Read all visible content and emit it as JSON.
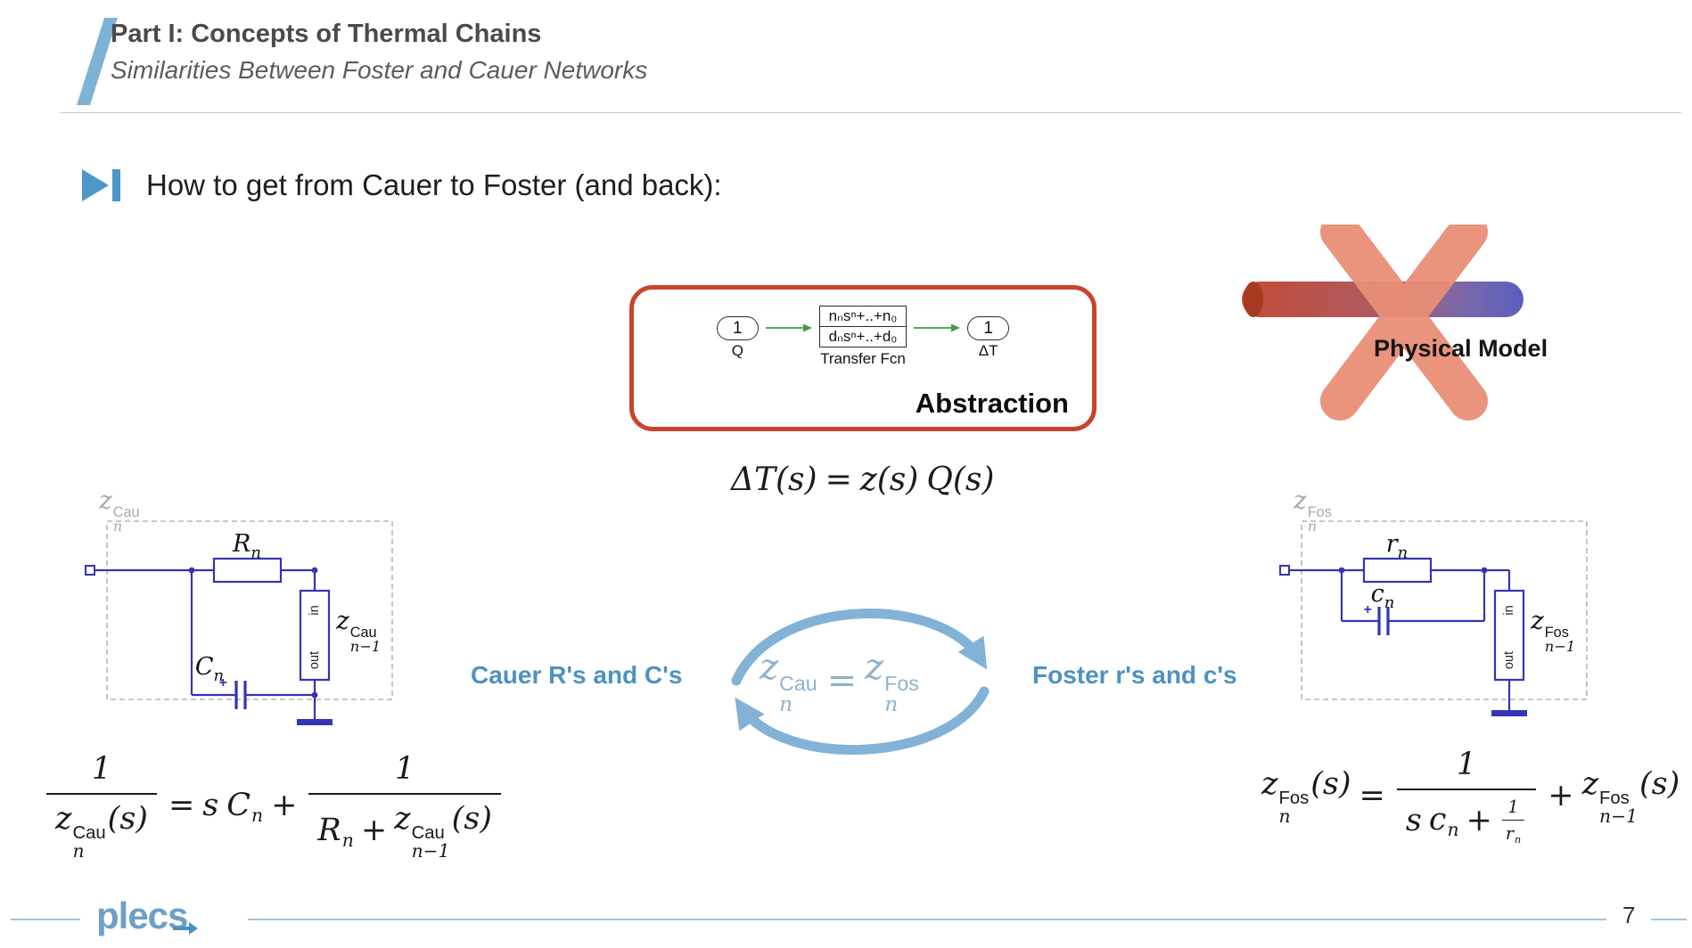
{
  "header": {
    "title": "Part I: Concepts of Thermal Chains",
    "subtitle": "Similarities Between Foster and Cauer Networks"
  },
  "intro": {
    "text": "How to get from Cauer to Foster (and back):"
  },
  "abstraction": {
    "caption": "Abstraction",
    "input_port": {
      "value": "1",
      "name": "Q"
    },
    "output_port": {
      "value": "1",
      "name": "ΔT"
    },
    "transfer_fcn": {
      "numerator": "nₙsⁿ+..+n₀",
      "denominator": "dₙsⁿ+..+d₀",
      "label": "Transfer Fcn"
    }
  },
  "physical_model": {
    "label": "Physical Model"
  },
  "cycle": {
    "left_label": "Cauer R's and C's",
    "right_label": "Foster r's and c's"
  },
  "tokens": {
    "one": "1",
    "equals": "=",
    "plus": "+",
    "s": "s",
    "of_s": "(s)",
    "z": "z",
    "cau": "Cau",
    "fos": "Fos",
    "n": "n",
    "n_minus_1": "n−1",
    "R": "R",
    "C": "C",
    "r": "r",
    "c": "c",
    "in": "in",
    "out": "out",
    "deltaT": "ΔT",
    "Q": "Q"
  },
  "footer": {
    "logo": "plecs",
    "page": "7"
  }
}
